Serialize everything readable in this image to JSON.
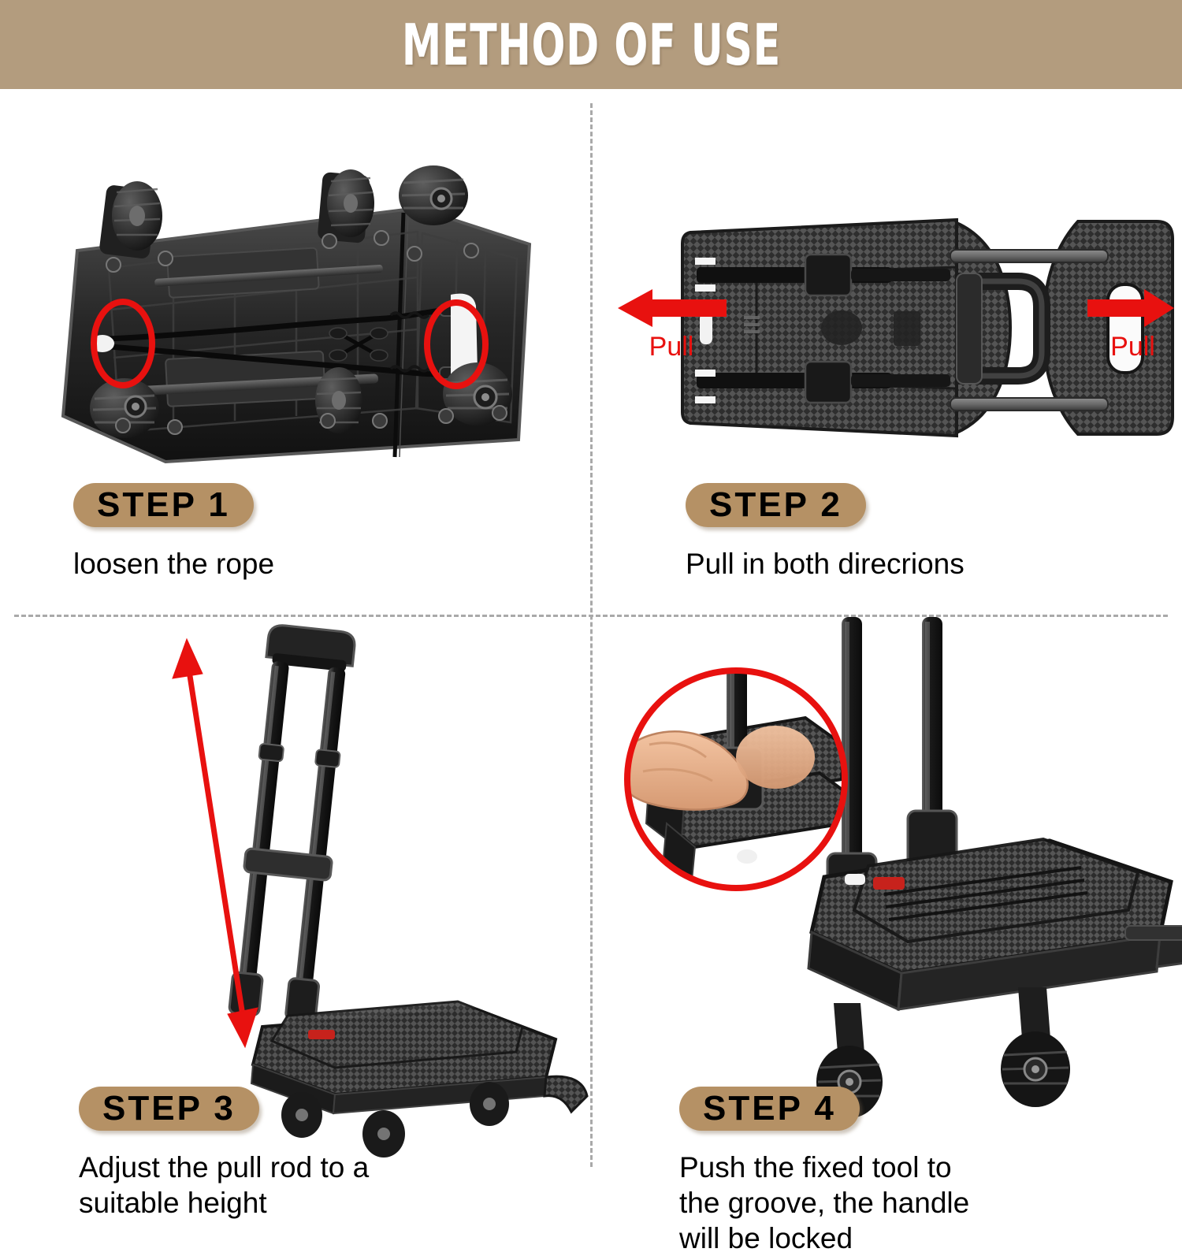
{
  "header": {
    "title": "METHOD OF USE",
    "background_color": "#b39c7e",
    "text_color": "#ffffff"
  },
  "theme": {
    "badge_color": "#b59165",
    "badge_text_color": "#000000",
    "accent_red": "#e8110f",
    "divider_color": "#a9a9a9",
    "page_background": "#ffffff",
    "product_black": "#2b2b2b"
  },
  "steps": [
    {
      "id": "step-1",
      "badge": "STEP 1",
      "caption": "loosen the rope",
      "image": {
        "name": "cart-underside-photo",
        "description": "Underside of folding platform cart showing six wheels and elastic rope",
        "annotations": [
          {
            "type": "ellipse",
            "name": "rope-anchor-highlight-left",
            "color": "#e8110f"
          },
          {
            "type": "ellipse",
            "name": "rope-anchor-highlight-right",
            "color": "#e8110f"
          }
        ]
      }
    },
    {
      "id": "step-2",
      "badge": "STEP 2",
      "caption": "Pull in both direcrions",
      "image": {
        "name": "cart-folded-top-view-photo",
        "description": "Top view of folded cart with textured platform panels separating",
        "annotations": [
          {
            "type": "arrow",
            "name": "pull-arrow-left",
            "direction": "left",
            "label": "Pull",
            "color": "#e8110f"
          },
          {
            "type": "arrow",
            "name": "pull-arrow-right",
            "direction": "right",
            "label": "Pull",
            "color": "#e8110f"
          }
        ]
      }
    },
    {
      "id": "step-3",
      "badge": "STEP 3",
      "caption": "Adjust the pull rod to a\nsuitable height",
      "image": {
        "name": "cart-extended-handle-photo",
        "description": "Side view of cart with telescoping pull rod extended",
        "annotations": [
          {
            "type": "double-arrow",
            "name": "height-range-arrow",
            "direction": "vertical",
            "color": "#e8110f"
          }
        ]
      }
    },
    {
      "id": "step-4",
      "badge": "STEP 4",
      "caption": "Push the fixed tool to\nthe groove, the handle\nwill be locked",
      "image": {
        "name": "cart-handle-lock-photo",
        "description": "Cart platform with handle posts and close-up inset of hand locking the fixture into the groove",
        "annotations": [
          {
            "type": "circle-inset",
            "name": "hand-locking-detail-inset",
            "color": "#e8110f"
          }
        ]
      }
    }
  ]
}
